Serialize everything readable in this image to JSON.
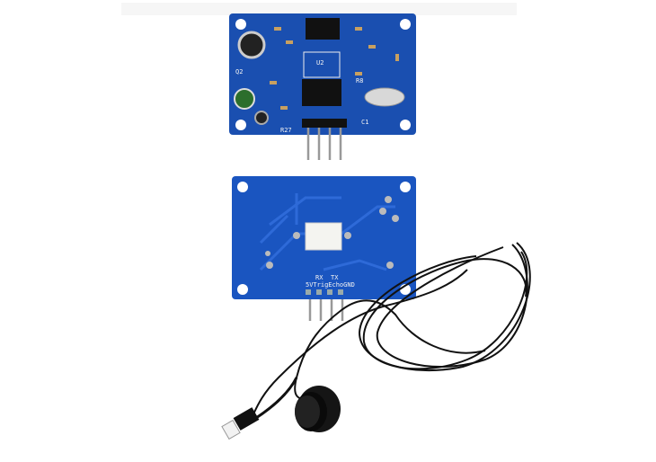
{
  "photo": {
    "top_board_labels": {
      "u2": "U2",
      "q2": "Q2",
      "r27": "R27",
      "r8": "R8",
      "c1": "C1"
    },
    "bottom_board_labels": {
      "rx": "RX",
      "tx": "TX",
      "pins": "5VTrigEchoGND"
    },
    "colors": {
      "pcb": "#1a4fb0",
      "cable": "#111111",
      "connector": "#f4f4f0"
    }
  }
}
